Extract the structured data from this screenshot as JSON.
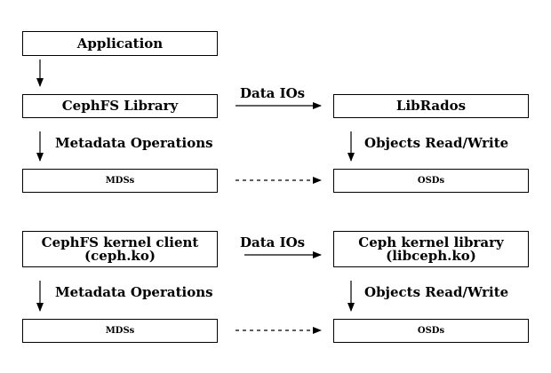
{
  "top": {
    "application": "Application",
    "library": "CephFS Library",
    "librados": "LibRados",
    "mds": "MDSs",
    "osd": "OSDs",
    "data_ios": "Data IOs",
    "metadata_ops": "Metadata Operations",
    "objects_rw": "Objects Read/Write"
  },
  "bottom": {
    "client": "CephFS kernel client\n(ceph.ko)",
    "kernel_lib": "Ceph kernel library\n(libceph.ko)",
    "mds": "MDSs",
    "osd": "OSDs",
    "data_ios": "Data IOs",
    "metadata_ops": "Metadata Operations",
    "objects_rw": "Objects Read/Write"
  }
}
